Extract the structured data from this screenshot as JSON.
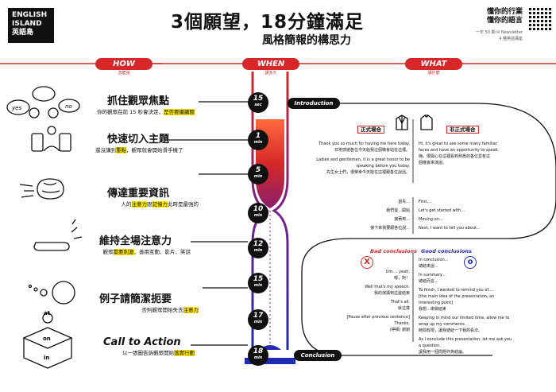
{
  "logo": {
    "line1": "ENGLISH",
    "line2": "ISLAND",
    "line3": "英語島"
  },
  "title": "3個願望，18分鐘滿足",
  "subtitle": "風格簡報的構思力",
  "tagline": {
    "line1": "懂你的行業",
    "line2": "懂你的語言",
    "sub1": "一年 50 期 ✉ Newsletter",
    "sub2": "4 種英語講座"
  },
  "columns": {
    "how": {
      "label": "HOW",
      "sub": "怎麼說"
    },
    "when": {
      "label": "WHEN",
      "sub": "講多久"
    },
    "what": {
      "label": "WHAT",
      "sub": "講什麼"
    }
  },
  "how_items": [
    {
      "title": "抓住觀眾焦點",
      "sub_pre": "你的觀眾在前 15 秒會決定，",
      "sub_hl": "是否要繼續聽",
      "sub_post": ""
    },
    {
      "title": "快速切入主題",
      "sub_pre": "還沒講到",
      "sub_hl": "重點",
      "sub_post": "，觀眾就會開始滑手機了"
    },
    {
      "title": "傳達重要資訊",
      "sub_pre": "人的",
      "sub_hl": "注意力",
      "sub_post": "跟",
      "sub_hl2": "記憶力",
      "sub_post2": "此時是最強的"
    },
    {
      "title": "維持全場注意力",
      "sub_pre": "觀眾",
      "sub_hl": "需要刺激",
      "sub_post": "，善用互動、影片、笑話"
    },
    {
      "title": "例子請簡潔扼要",
      "sub_pre": "否則觀眾開始失去",
      "sub_hl": "注意力",
      "sub_post": ""
    },
    {
      "title": "Call to Action",
      "sub_pre": "以一張圖告訴觀眾開始",
      "sub_hl": "落實行動",
      "sub_post": ""
    }
  ],
  "icon_words": {
    "yes": "yes",
    "no": "no",
    "at": "at",
    "on": "on",
    "in": "in"
  },
  "timeline": [
    {
      "num": "15",
      "unit": "sec"
    },
    {
      "num": "1",
      "unit": "min"
    },
    {
      "num": "5",
      "unit": "min"
    },
    {
      "num": "10",
      "unit": "min"
    },
    {
      "num": "12",
      "unit": "min"
    },
    {
      "num": "15",
      "unit": "min"
    },
    {
      "num": "17",
      "unit": "min"
    },
    {
      "num": "18",
      "unit": "min"
    }
  ],
  "intro_label": "Introduction",
  "conclusion_label": "Conclusion",
  "formal": {
    "badge": "正式場合",
    "lines": [
      "Thank you so much for having me here today.",
      "非常感謝各位今天給我這個機會站在這裡。",
      "Ladies and gentlemen, it is a great honor to be",
      "speaking before you today.",
      "先生女士們，很榮幸今天能在這裡跟各位說話。"
    ]
  },
  "informal": {
    "badge": "非正式場合",
    "lines": [
      "Hi, it's great to see some many familiar",
      "faces and have an opportunity to speak.",
      "嗨，很開心在這裡看到熟悉的各位並有這",
      "個機會來演說。"
    ]
  },
  "sequence": {
    "zh": [
      "首先...",
      "我們從...開始",
      "接著到...",
      "接下來我要跟各位說..."
    ],
    "en": [
      "First,...",
      "Let's get started with...",
      "Moving on...",
      "Next, I want to tell you about..."
    ]
  },
  "bad": {
    "label": "Bad conclusions",
    "lines": [
      "Um.... yeah.",
      "嗯，對！",
      "Well that's my speech.",
      "我的演講到這邊結束",
      "That's all.",
      "就這樣",
      "[Pause after previous sentence]",
      "Thanks.",
      "(停頓) 謝謝"
    ]
  },
  "good": {
    "label": "Good conclusions",
    "lines": [
      "In conclusion...",
      "總結來說...",
      "In summary...",
      "總結而言...",
      "To finish, I wanted to remind you of....",
      "[the main idea of the presentation, an",
      "interesting point]",
      "我想...來做結束",
      "Keeping in mind our limited time, allow me to",
      "wrap up my comments.",
      "時間有限，讓我總結一下我的看法。",
      "As I conclude this presentation, let me ask you",
      "a question.",
      "讓我用一個問題作為結論。"
    ]
  },
  "colors": {
    "red": "#d62828",
    "black": "#111111",
    "yellow": "#ffe600",
    "blue": "#1f2bb0"
  }
}
